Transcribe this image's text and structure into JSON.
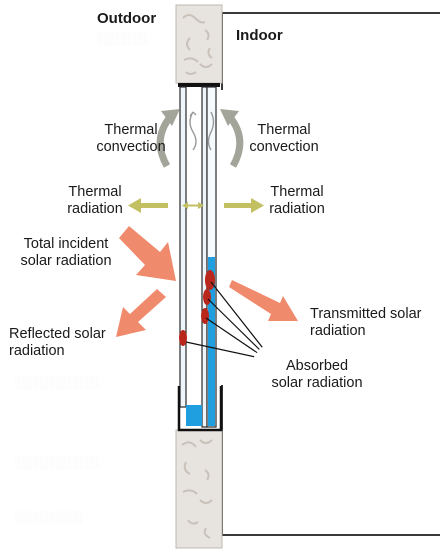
{
  "labels": {
    "outdoor": "Outdoor",
    "indoor": "Indoor",
    "thermal_convection_left": [
      "Thermal",
      "convection"
    ],
    "thermal_convection_right": [
      "Thermal",
      "convection"
    ],
    "thermal_radiation_left": [
      "Thermal",
      "radiation"
    ],
    "thermal_radiation_right": [
      "Thermal",
      "radiation"
    ],
    "total_incident": [
      "Total incident",
      "solar radiation"
    ],
    "reflected": [
      "Reflected solar",
      "radiation"
    ],
    "transmitted": [
      "Transmitted  solar",
      "radiation"
    ],
    "absorbed": [
      "Absorbed",
      "solar radiation"
    ]
  },
  "colors": {
    "wall_fill": "#e7e3df",
    "wall_texture": "#c9c2ba",
    "glass_edge": "#2a2a2a",
    "glass_fill": "#eef6fb",
    "water": "#1f9fe0",
    "convection_arrow": "#a3a49a",
    "radiation_arrow": "#c2c062",
    "solar_arrow": "#f08a6c",
    "absorption_spot": "#b9261b",
    "text": "#1a1a1a"
  }
}
